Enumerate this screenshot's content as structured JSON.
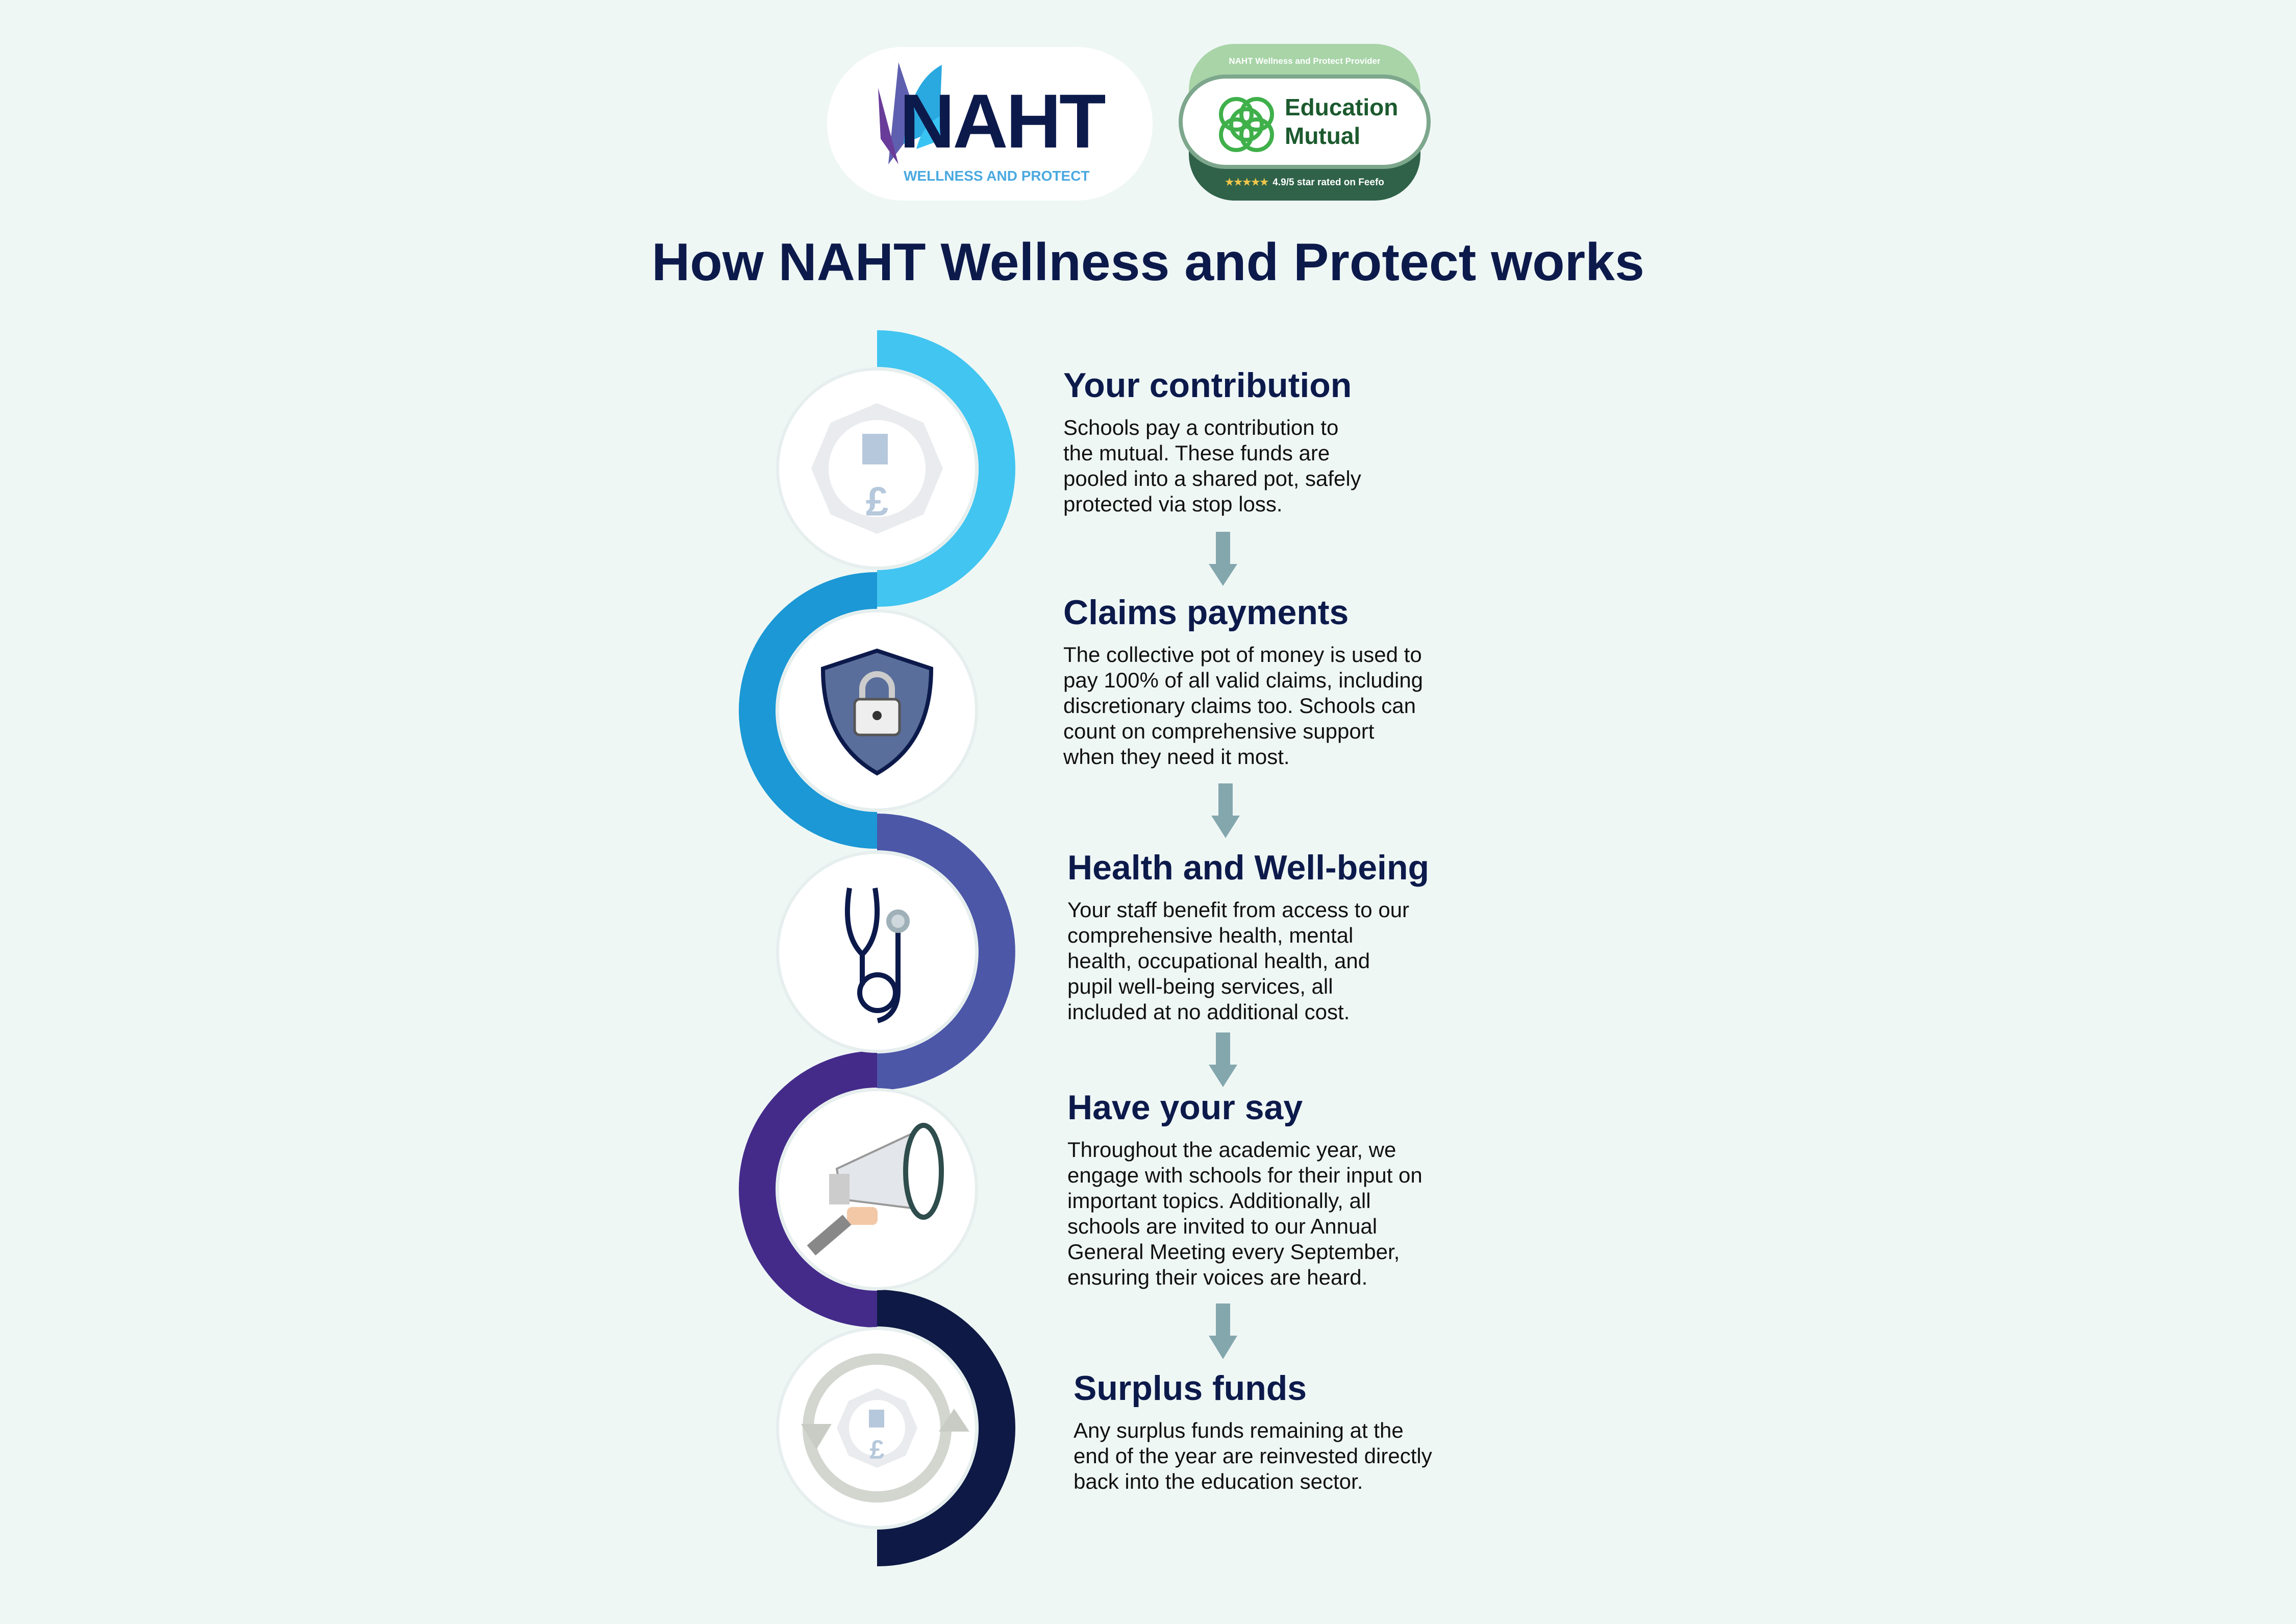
{
  "header": {
    "naht_logo": {
      "word": "NAHT",
      "subtitle": "WELLNESS AND PROTECT"
    },
    "provider_badge": {
      "top": "NAHT Wellness and Protect Provider",
      "name_line1": "Education",
      "name_line2": "Mutual",
      "rating": "4.9/5 star rated on Feefo",
      "stars": "★★★★★"
    }
  },
  "title": "How NAHT Wellness and Protect works",
  "colors": {
    "seg1": "#42c5f0",
    "seg2": "#1b98d5",
    "seg3": "#4c57a8",
    "seg4": "#442b8a",
    "seg5": "#0e1a45",
    "arrow": "#84a7ae"
  },
  "steps": [
    {
      "heading": "Your contribution",
      "icon": "pound-coin-icon",
      "lines": [
        "Schools pay a contribution to",
        "the mutual. These funds are",
        "pooled into a shared pot, safely",
        "protected via stop loss."
      ]
    },
    {
      "heading": "Claims payments",
      "icon": "shield-lock-icon",
      "lines": [
        "The collective pot of money is used to",
        "pay 100% of all valid claims, including",
        "discretionary claims too. Schools can",
        "count on comprehensive support",
        "when they need it most."
      ]
    },
    {
      "heading": "Health and Well-being",
      "icon": "stethoscope-icon",
      "lines": [
        "Your staff benefit from access to our",
        "comprehensive health, mental",
        "health, occupational health, and",
        "pupil well-being services, all",
        "included at no additional cost."
      ]
    },
    {
      "heading": "Have your say",
      "icon": "megaphone-icon",
      "lines": [
        "Throughout the academic year, we",
        "engage with schools for their input on",
        "important topics. Additionally, all",
        "schools are invited to our Annual",
        "General Meeting every September,",
        "ensuring their voices are heard."
      ]
    },
    {
      "heading": "Surplus funds",
      "icon": "recycle-money-icon",
      "lines": [
        "Any surplus funds remaining at the",
        "end of the year are reinvested directly",
        "back into the education sector."
      ]
    }
  ]
}
